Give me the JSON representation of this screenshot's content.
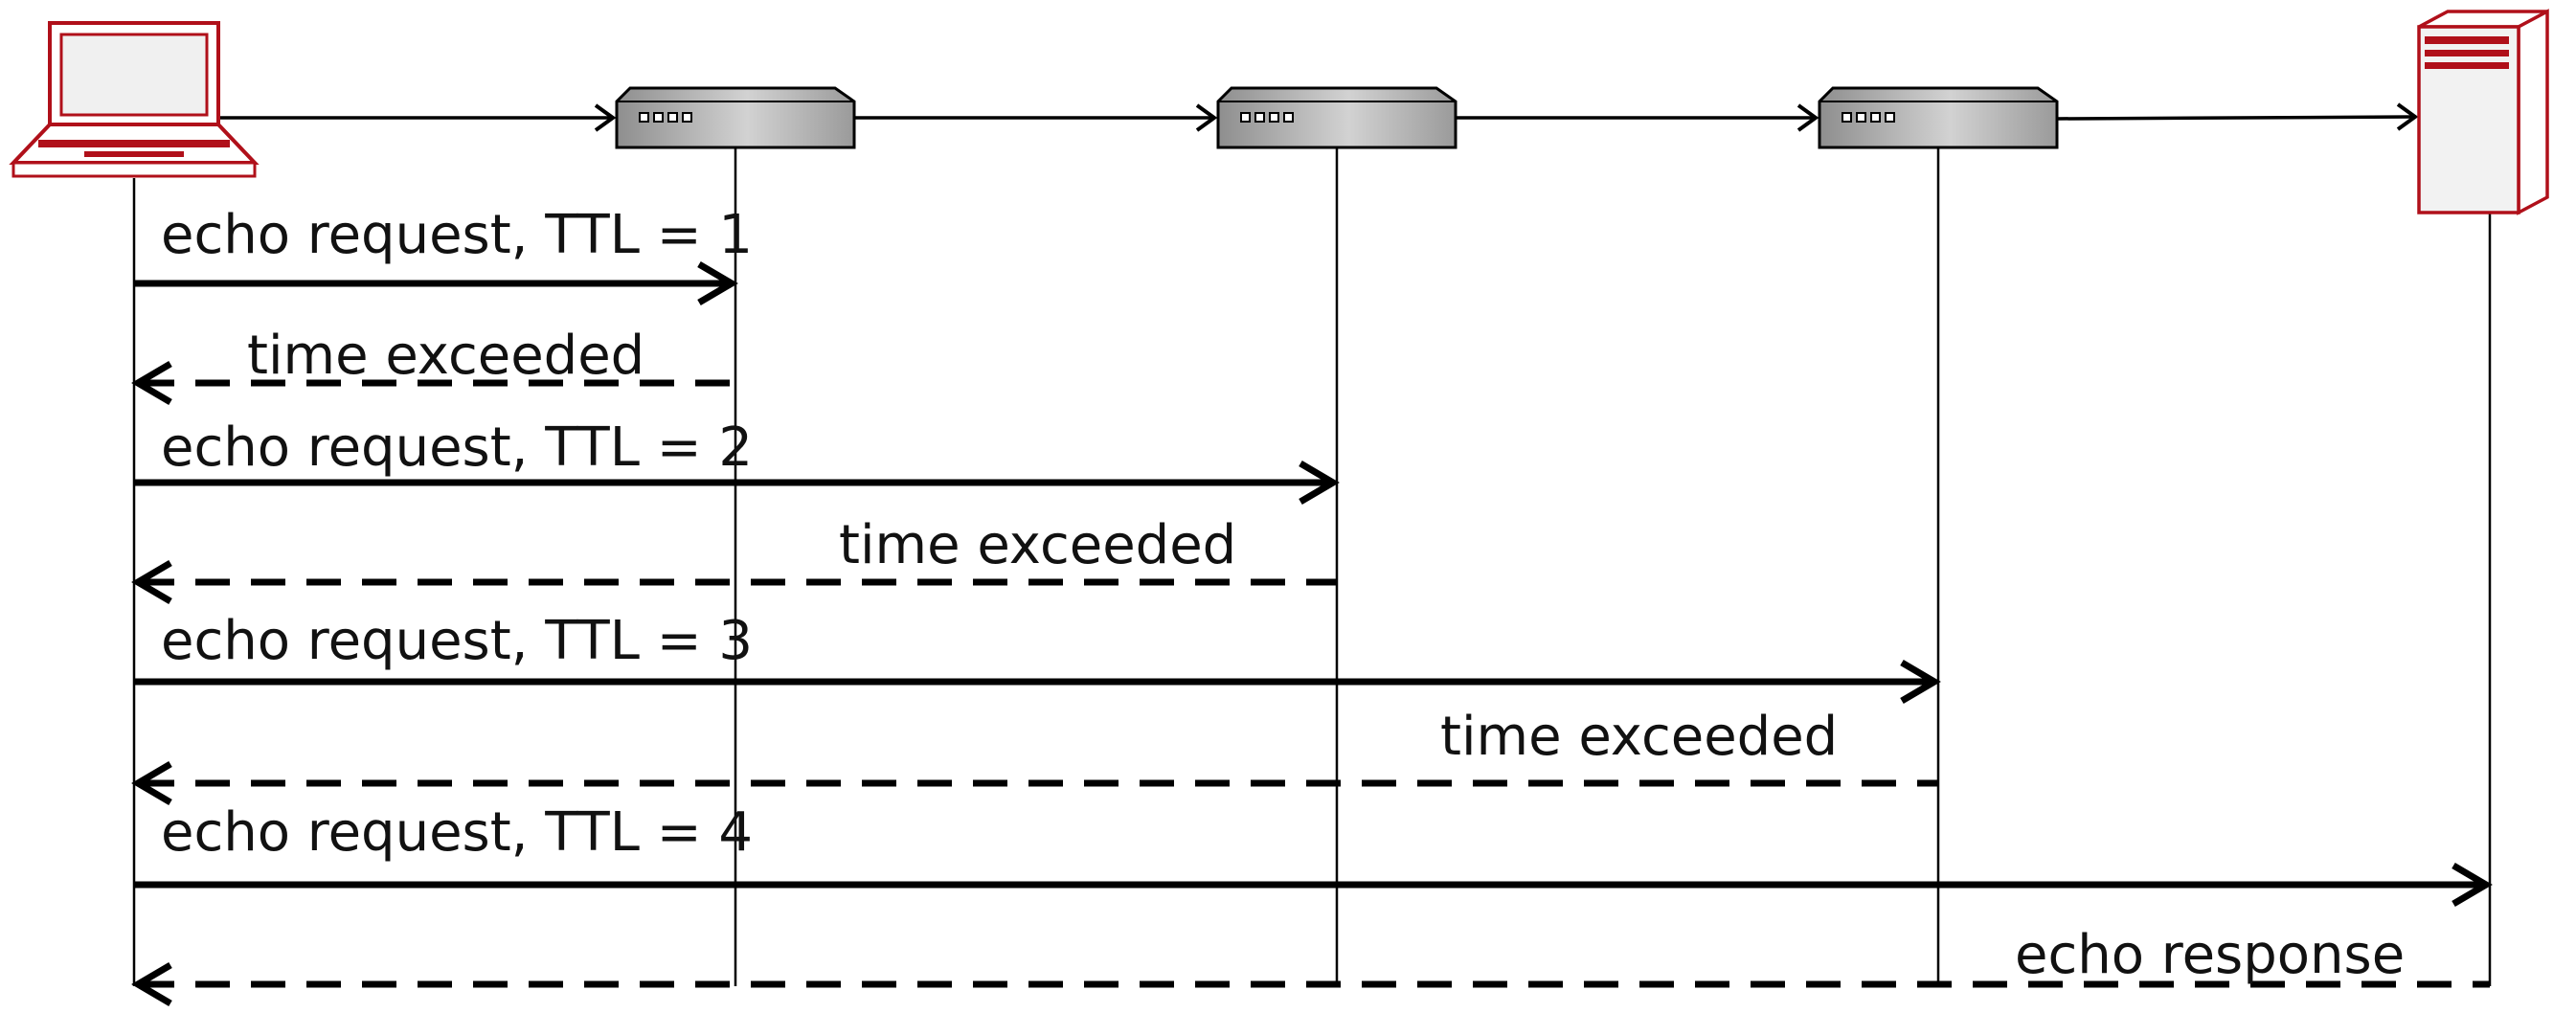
{
  "nodes": [
    {
      "id": "laptop",
      "kind": "client",
      "icon": "laptop-icon"
    },
    {
      "id": "router-1",
      "kind": "router",
      "icon": "router-icon"
    },
    {
      "id": "router-2",
      "kind": "router",
      "icon": "router-icon"
    },
    {
      "id": "router-3",
      "kind": "router",
      "icon": "router-icon"
    },
    {
      "id": "server",
      "kind": "server",
      "icon": "server-icon"
    }
  ],
  "messages": [
    {
      "text": "echo request, TTL = 1",
      "from": 0,
      "to": 1,
      "style": "solid"
    },
    {
      "text": "time exceeded",
      "from": 1,
      "to": 0,
      "style": "dashed"
    },
    {
      "text": "echo request, TTL = 2",
      "from": 0,
      "to": 2,
      "style": "solid"
    },
    {
      "text": "time exceeded",
      "from": 2,
      "to": 0,
      "style": "dashed"
    },
    {
      "text": "echo request, TTL = 3",
      "from": 0,
      "to": 3,
      "style": "solid"
    },
    {
      "text": "time exceeded",
      "from": 3,
      "to": 0,
      "style": "dashed"
    },
    {
      "text": "echo request, TTL = 4",
      "from": 0,
      "to": 4,
      "style": "solid"
    },
    {
      "text": "echo response",
      "from": 4,
      "to": 0,
      "style": "dashed"
    }
  ],
  "colors": {
    "client_server": "#b0101a",
    "router_fill": "#a9a9a9",
    "line": "#000000"
  }
}
